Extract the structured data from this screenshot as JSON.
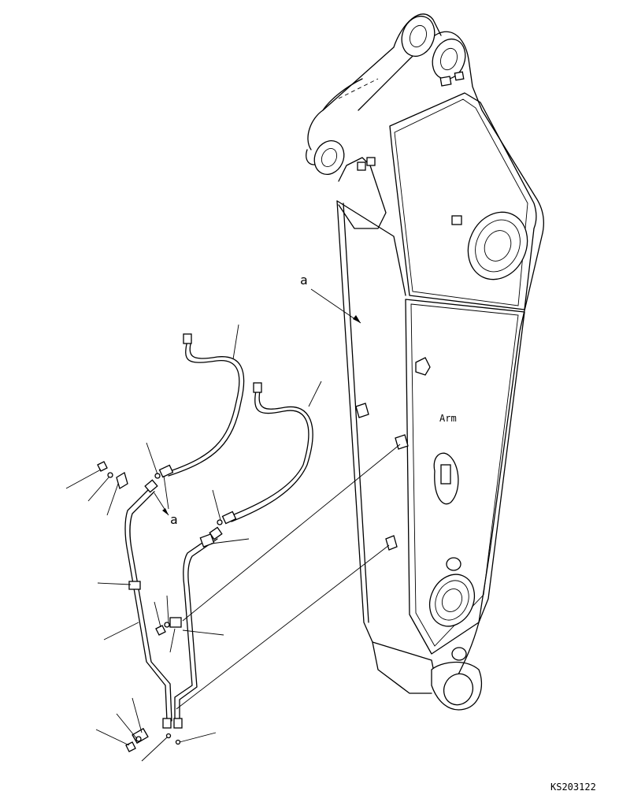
{
  "diagram": {
    "part_label": "Arm",
    "detail_marker": "a",
    "drawing_number": "KS203122"
  }
}
